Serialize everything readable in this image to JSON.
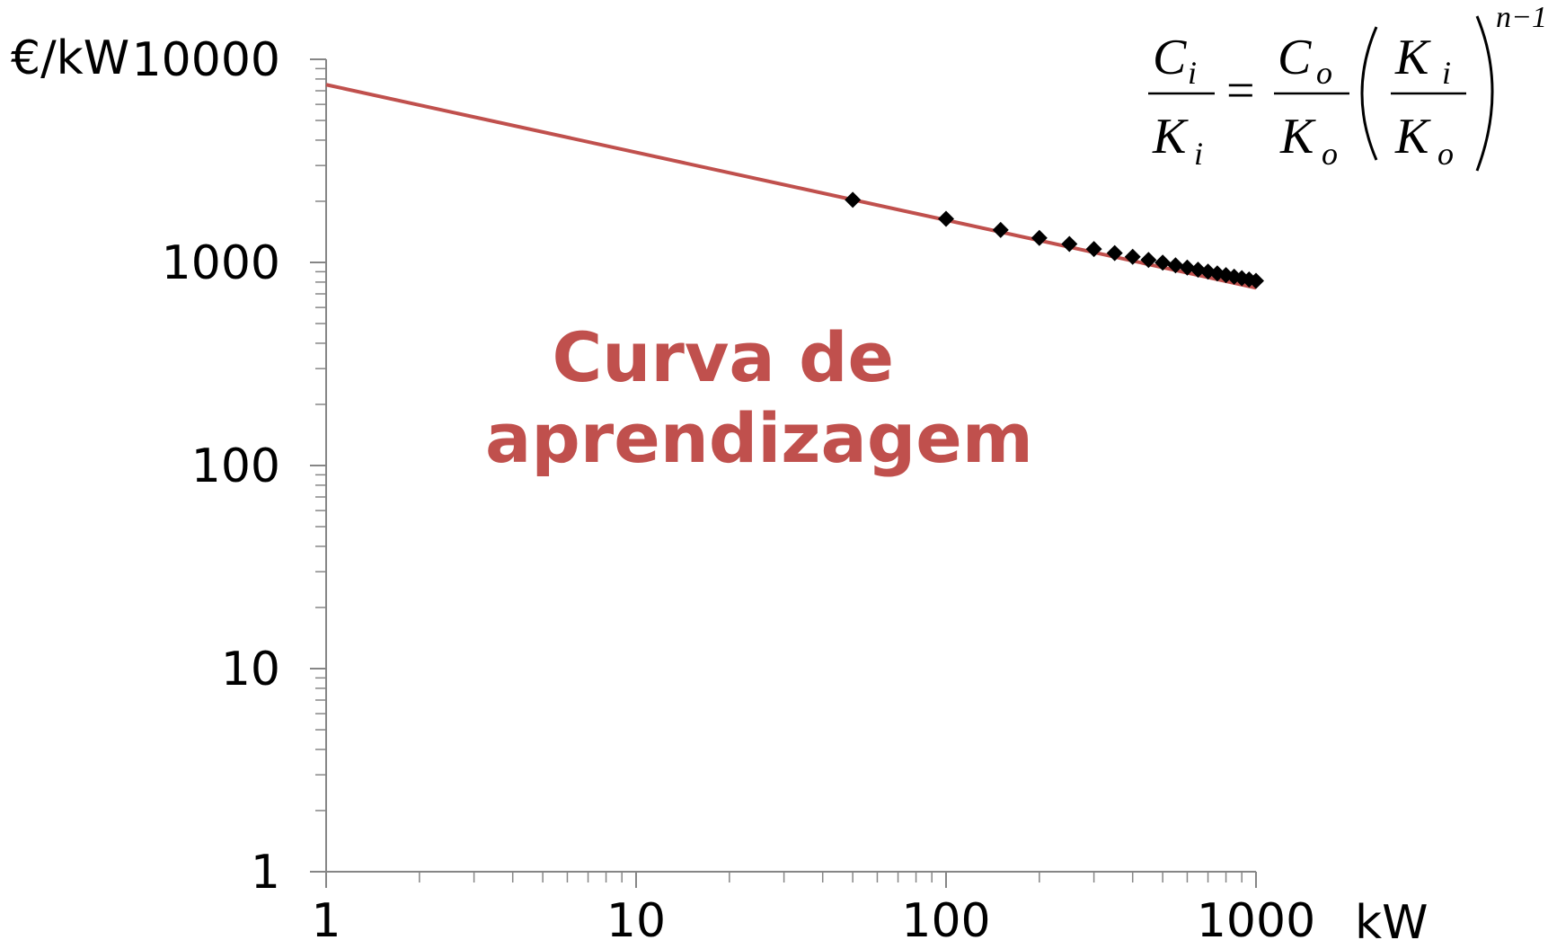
{
  "chart_data": {
    "type": "line",
    "xscale": "log",
    "yscale": "log",
    "xlim": [
      1,
      1000
    ],
    "ylim": [
      1,
      10000
    ],
    "x_tick_labels": [
      "1",
      "10",
      "100",
      "1000"
    ],
    "y_tick_labels": [
      "1",
      "10",
      "100",
      "1000",
      "10000"
    ],
    "xunit": "kW",
    "yunit": "€/kW",
    "grid": false,
    "legend": "none",
    "line": {
      "x": [
        1,
        1000
      ],
      "y": [
        7500,
        750
      ]
    },
    "markers": {
      "x": [
        50,
        100,
        150,
        200,
        250,
        300,
        350,
        400,
        450,
        500,
        550,
        600,
        650,
        700,
        750,
        800,
        850,
        900,
        950,
        1000
      ],
      "y": [
        2034,
        1639,
        1445,
        1320,
        1232,
        1164,
        1111,
        1066,
        1029,
        997,
        968,
        943,
        921,
        901,
        883,
        866,
        851,
        837,
        824,
        812
      ]
    },
    "annotation": [
      "Curva de",
      "aprendizagem"
    ],
    "formula": {
      "lhs_num": "C",
      "lhs_den": "K",
      "rhs_num": "C",
      "rhs_den": "K",
      "paren_num": "K",
      "paren_den": "K",
      "sub_i": "i",
      "sub_o": "o",
      "equals": "=",
      "exponent": "n−1"
    },
    "colors": {
      "line": "#c0504d",
      "marker": "#000000",
      "annotation": "#c0504d",
      "axis": "#868686"
    }
  }
}
